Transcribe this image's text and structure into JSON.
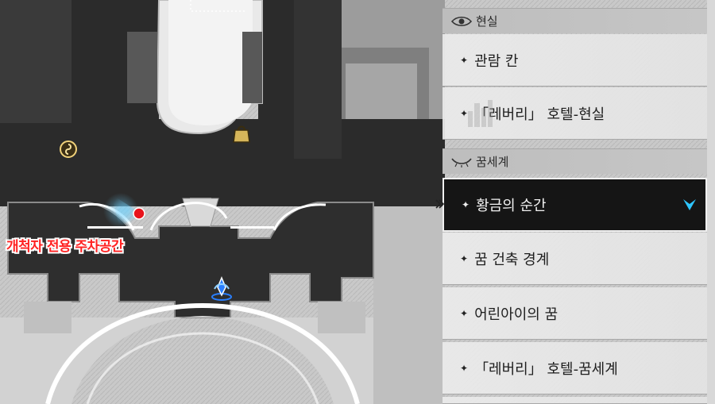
{
  "map": {
    "area_label": "개척자 전용 주차공간",
    "icons": [
      "shop-bag-icon",
      "synthesis-icon",
      "space-anchor-icon",
      "location-marker-icon"
    ]
  },
  "panel": {
    "sections": [
      {
        "header": "현실",
        "icon": "eye-icon",
        "items": [
          {
            "label": "관람 칸",
            "selected": false
          },
          {
            "label": "「레버리」 호텔-현실",
            "selected": false
          }
        ]
      },
      {
        "header": "꿈세계",
        "icon": "closed-eye-icon",
        "items": [
          {
            "label": "황금의 순간",
            "selected": true
          },
          {
            "label": "꿈 건축 경계",
            "selected": false
          },
          {
            "label": "어린아이의 꿈",
            "selected": false
          },
          {
            "label": "「레버리」 호텔-꿈세계",
            "selected": false
          }
        ]
      }
    ]
  },
  "colors": {
    "selected_bg": "#151515",
    "marker_red": "#e8141c",
    "anchor_blue": "#2a7fff",
    "chevron_cyan": "#2ec6ff",
    "label_red": "#ff2222"
  }
}
